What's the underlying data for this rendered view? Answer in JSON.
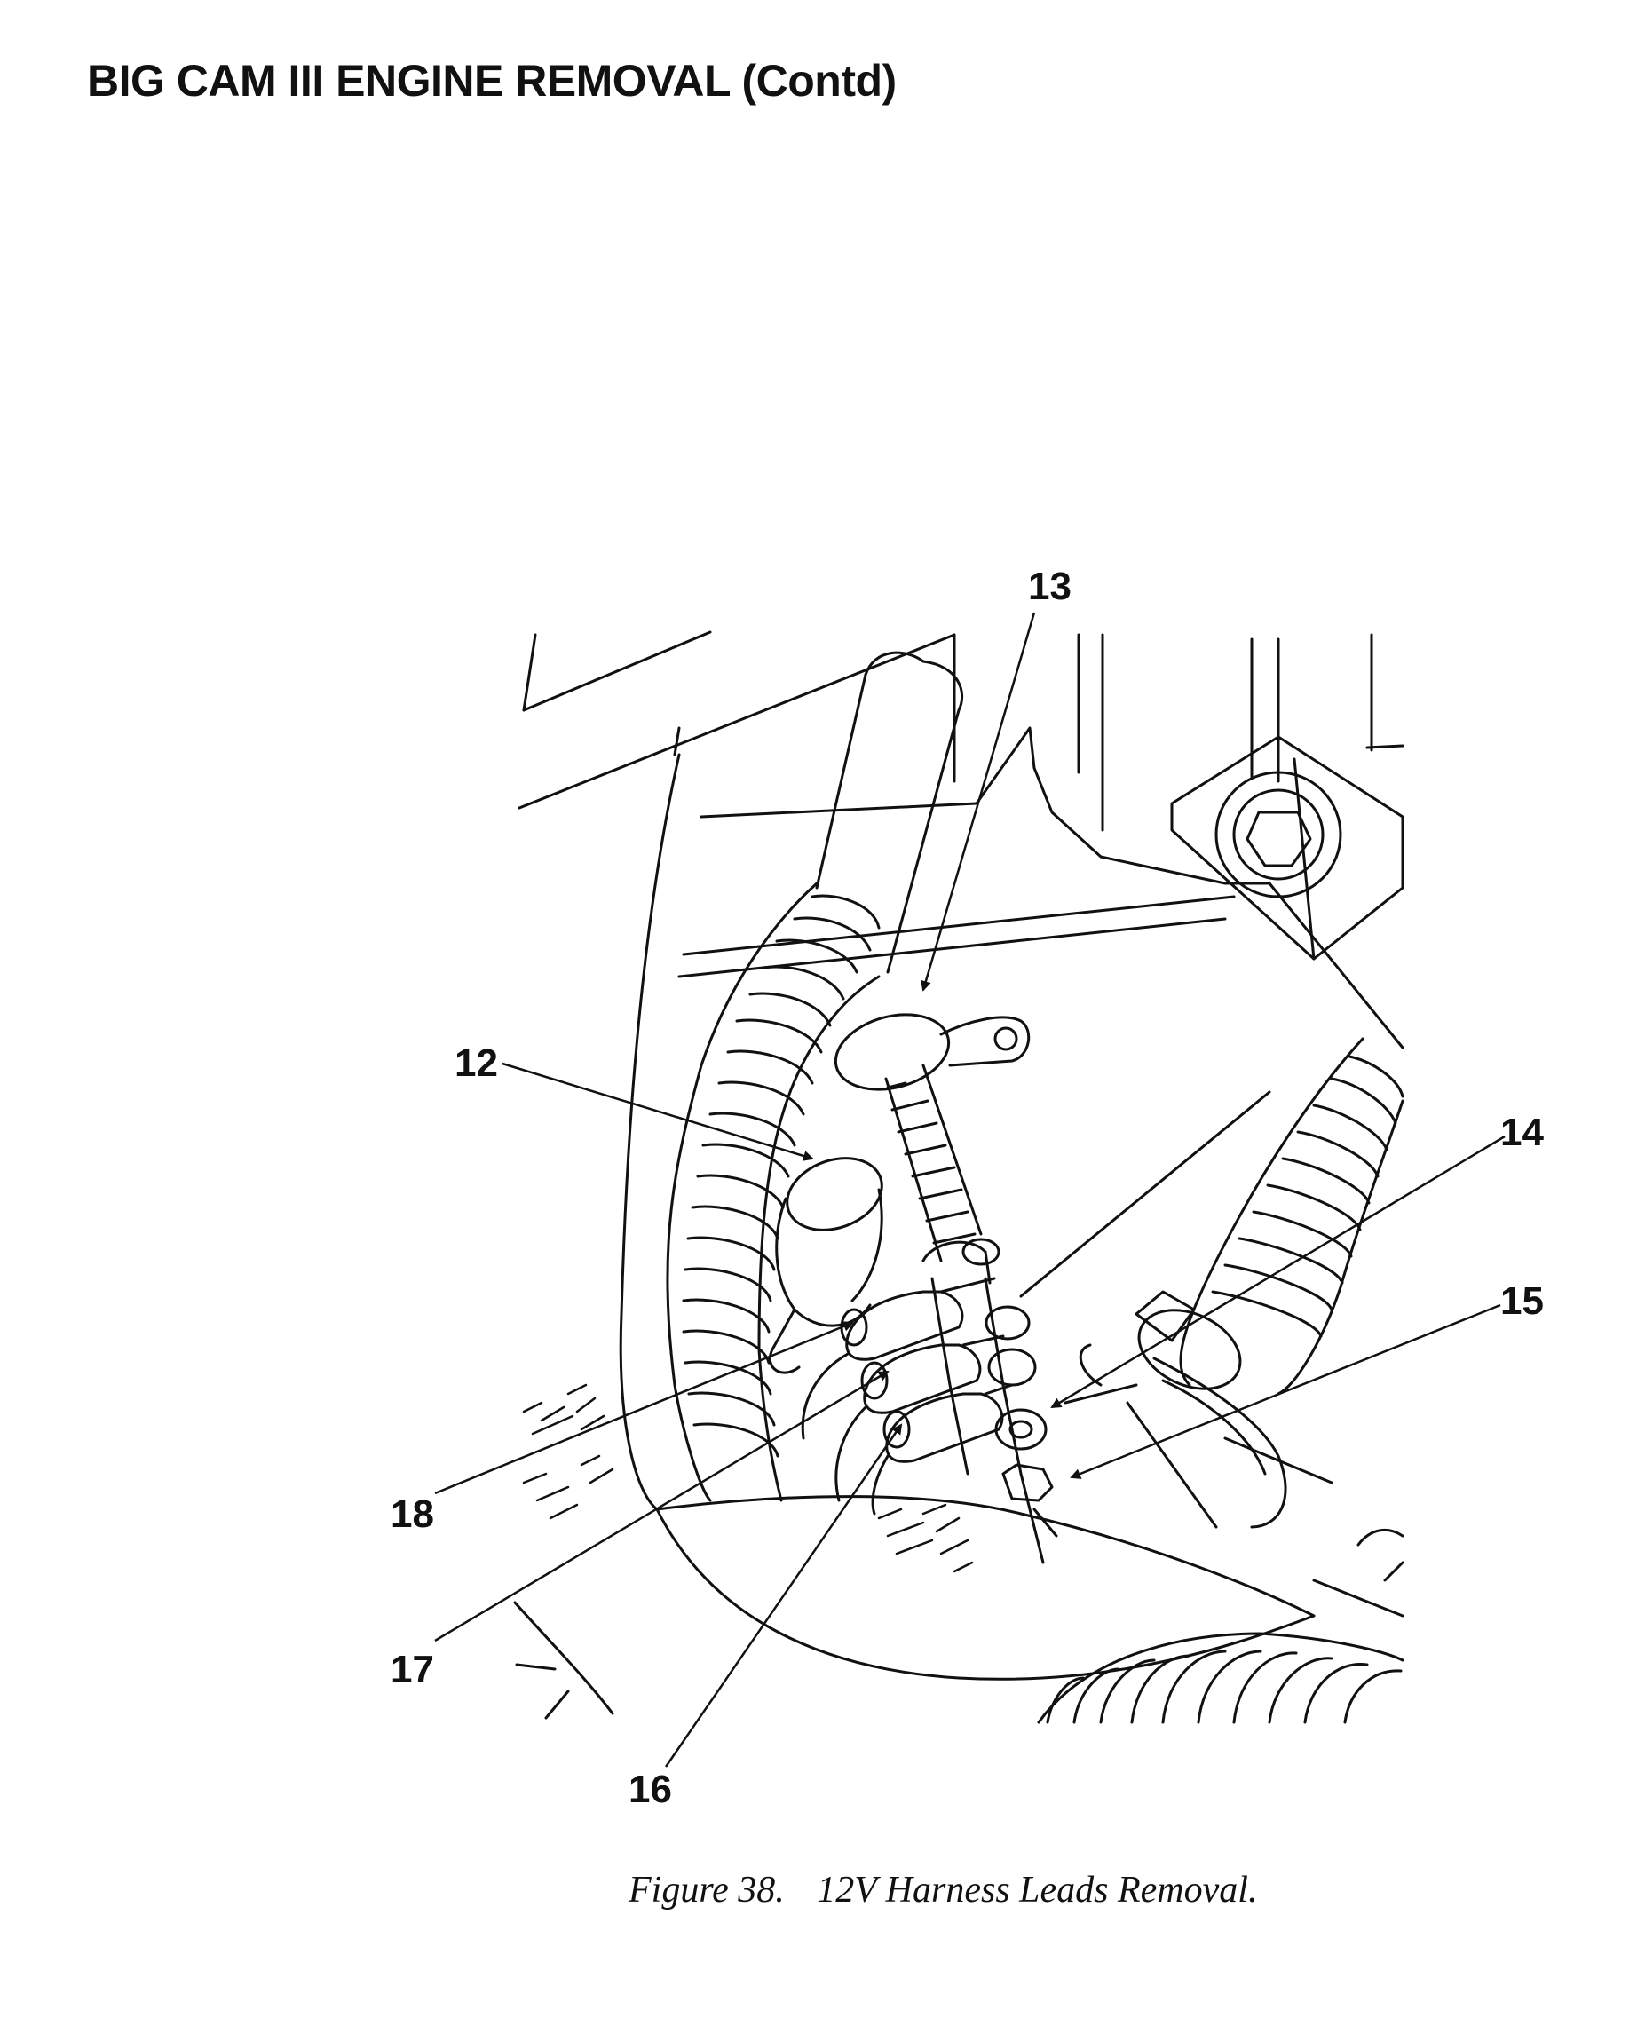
{
  "page": {
    "heading": "BIG CAM III ENGINE REMOVAL (Contd)"
  },
  "figure": {
    "callouts": {
      "c12": "12",
      "c13": "13",
      "c14": "14",
      "c15": "15",
      "c16": "16",
      "c17": "17",
      "c18": "18"
    },
    "caption_label": "Figure 38.",
    "caption_text": "12V Harness Leads Removal."
  }
}
